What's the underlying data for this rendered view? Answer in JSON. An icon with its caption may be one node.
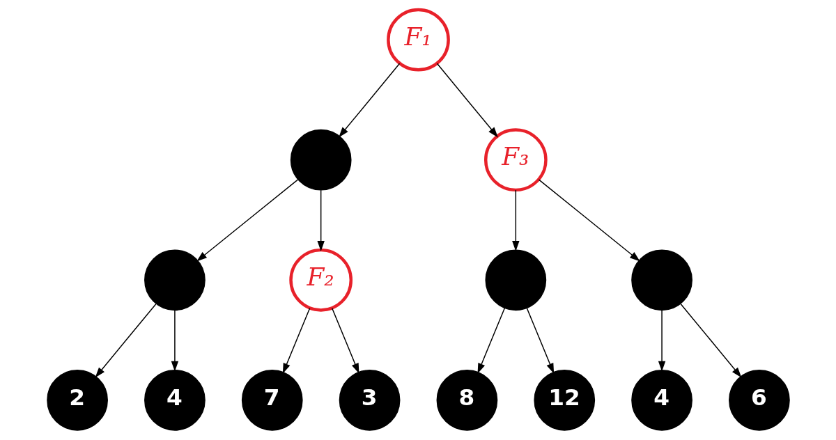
{
  "diagram": {
    "nodes": [
      {
        "text": [
          "F₁"
        ]
      },
      {
        "text": [],
        "shape": "circle"
      },
      {
        "text": [
          "F₃"
        ]
      },
      {
        "text": [],
        "shape": "circle"
      },
      {
        "text": [
          "F₂"
        ]
      },
      {
        "text": [],
        "shape": "circle"
      },
      {
        "text": [],
        "shape": "circle"
      },
      {
        "text": [
          "2"
        ]
      },
      {
        "text": [
          "4"
        ]
      },
      {
        "text": [
          "7"
        ]
      },
      {
        "text": [
          "3"
        ]
      },
      {
        "text": [
          "8"
        ]
      },
      {
        "text": [
          "12"
        ]
      },
      {
        "text": [
          "4"
        ]
      },
      {
        "text": [
          "6"
        ]
      }
    ],
    "edges": [
      {
        "from": 0,
        "to": 1,
        "arrow": "to"
      },
      {
        "from": 0,
        "to": 2,
        "arrow": "to"
      },
      {
        "from": 1,
        "to": 3,
        "arrow": "to"
      },
      {
        "from": 1,
        "to": 4,
        "arrow": "to"
      },
      {
        "from": 2,
        "to": 5,
        "arrow": "to"
      },
      {
        "from": 2,
        "to": 6,
        "arrow": "to"
      },
      {
        "from": 3,
        "to": 7,
        "arrow": "to"
      },
      {
        "from": 3,
        "to": 8,
        "arrow": "to"
      },
      {
        "from": 4,
        "to": 9,
        "arrow": "to"
      },
      {
        "from": 4,
        "to": 10,
        "arrow": "to"
      },
      {
        "from": 5,
        "to": 11,
        "arrow": "to"
      },
      {
        "from": 5,
        "to": 12,
        "arrow": "to"
      },
      {
        "from": 6,
        "to": 13,
        "arrow": "to"
      },
      {
        "from": 6,
        "to": 14,
        "arrow": "to"
      }
    ]
  }
}
